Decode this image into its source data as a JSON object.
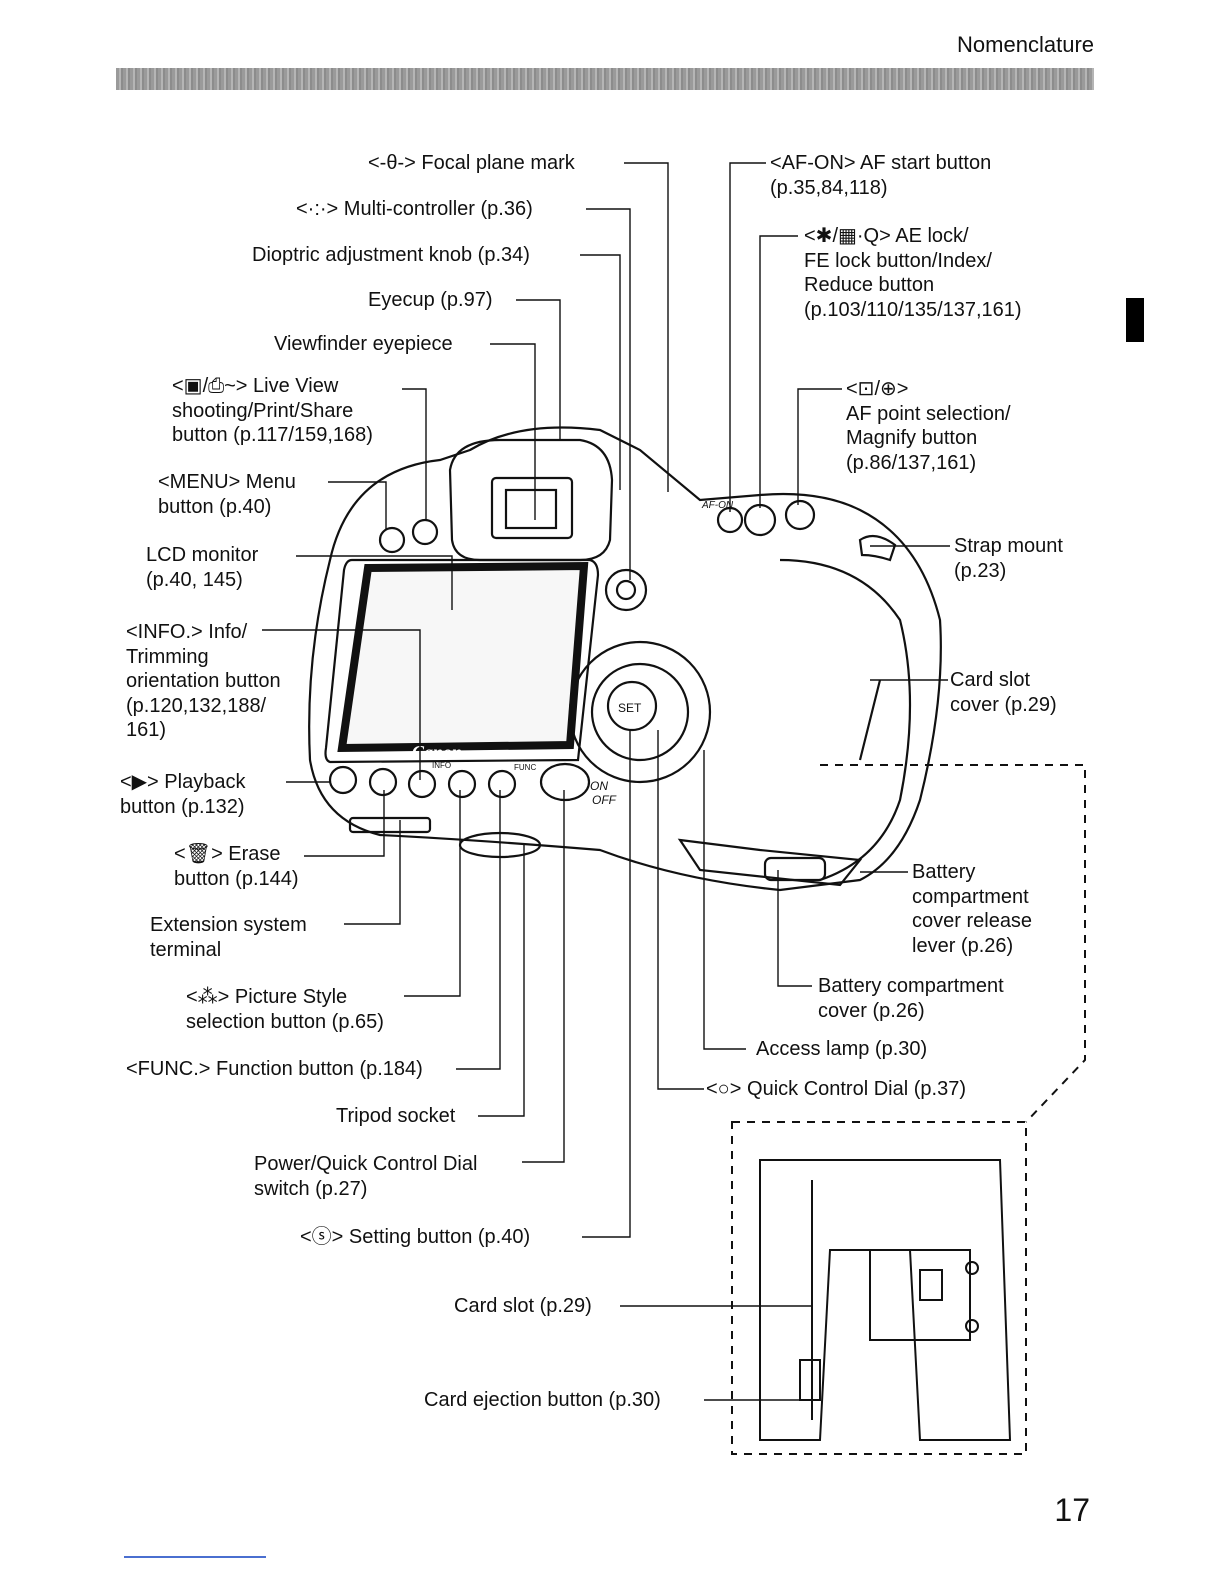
{
  "header": {
    "title": "Nomenclature"
  },
  "page_number": "17",
  "labels": {
    "focal_plane": {
      "sym": "<-θ->",
      "text": " Focal plane mark"
    },
    "multi_controller": {
      "sym": "<·:·>",
      "text": " Multi-controller (p.36)"
    },
    "dioptric": {
      "text": "Dioptric adjustment knob (p.34)"
    },
    "eyecup": {
      "text": "Eyecup (p.97)"
    },
    "viewfinder": {
      "text": "Viewfinder eyepiece"
    },
    "live_view": {
      "sym": "<▣/⎙~>",
      "line1": " Live View",
      "line2": "shooting/Print/Share",
      "line3": "button (p.117/159,168)"
    },
    "menu": {
      "sym": "<MENU>",
      "line1": " Menu",
      "line2": "button (p.40)"
    },
    "lcd": {
      "line1": "LCD monitor",
      "line2": "(p.40, 145)"
    },
    "info": {
      "sym": "<INFO.>",
      "line1": " Info/",
      "line2": "Trimming",
      "line3": "orientation button",
      "line4": "(p.120,132,188/",
      "line5": "161)"
    },
    "playback": {
      "sym": "<▶>",
      "line1": " Playback",
      "line2": "button (p.132)"
    },
    "erase": {
      "sym": "<🗑>",
      "line1": " Erase",
      "line2": "button (p.144)"
    },
    "extension": {
      "line1": "Extension system",
      "line2": "terminal"
    },
    "picture_style": {
      "sym": "<⁂>",
      "line1": " Picture Style",
      "line2": "selection button (p.65)"
    },
    "func": {
      "sym": "<FUNC.>",
      "line1": " Function button (p.184)"
    },
    "tripod": {
      "text": "Tripod socket"
    },
    "power": {
      "line1": "Power/Quick Control Dial",
      "line2": "switch (p.27)"
    },
    "setting": {
      "sym": "<ⓢ>",
      "text": " Setting button (p.40)"
    },
    "card_slot_bottom": {
      "text": "Card slot (p.29)"
    },
    "card_eject": {
      "text": "Card ejection button (p.30)"
    },
    "af_on": {
      "sym": "<AF-ON>",
      "line1": " AF start button",
      "line2": "(p.35,84,118)"
    },
    "ae_lock": {
      "sym": "<✱/▦·Q>",
      "line1": " AE lock/",
      "line2": "FE lock button/Index/",
      "line3": "Reduce button",
      "line4": "(p.103/110/135/137,161)"
    },
    "af_point": {
      "sym": "<⊡/⊕>",
      "line2": "AF point selection/",
      "line3": "Magnify button",
      "line4": "(p.86/137,161)"
    },
    "strap": {
      "line1": "Strap mount",
      "line2": "(p.23)"
    },
    "card_slot_cover": {
      "line1": "Card slot",
      "line2": "cover (p.29)"
    },
    "battery_release": {
      "line1": "Battery",
      "line2": "compartment",
      "line3": "cover release",
      "line4": "lever (p.26)"
    },
    "battery_cover": {
      "line1": "Battery compartment",
      "line2": "cover (p.26)"
    },
    "access_lamp": {
      "text": "Access lamp (p.30)"
    },
    "quick_dial": {
      "sym": "<○>",
      "text": " Quick Control Dial (p.37)"
    }
  },
  "camera_marks": {
    "brand": "Canon",
    "set": "SET",
    "on": "ON",
    "off": "OFF",
    "af_on_small": "AF-ON",
    "info_small": "INFO",
    "func_small": "FUNC"
  }
}
